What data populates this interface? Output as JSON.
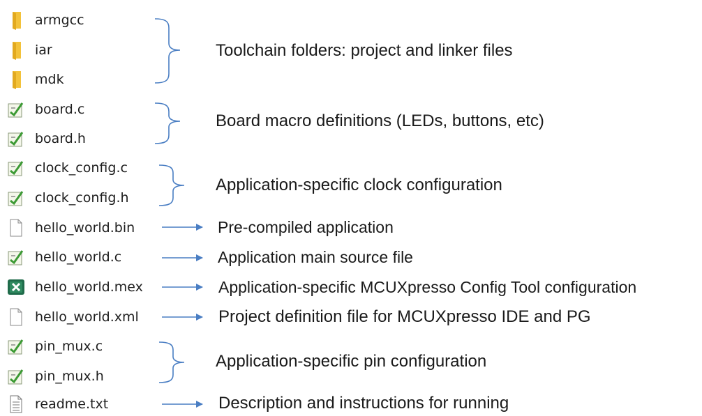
{
  "files": [
    {
      "name": "armgcc",
      "icon": "folder-icon"
    },
    {
      "name": "iar",
      "icon": "folder-icon"
    },
    {
      "name": "mdk",
      "icon": "folder-icon"
    },
    {
      "name": "board.c",
      "icon": "source-file-icon"
    },
    {
      "name": "board.h",
      "icon": "source-file-icon"
    },
    {
      "name": "clock_config.c",
      "icon": "source-file-icon"
    },
    {
      "name": "clock_config.h",
      "icon": "source-file-icon"
    },
    {
      "name": "hello_world.bin",
      "icon": "blank-file-icon"
    },
    {
      "name": "hello_world.c",
      "icon": "source-file-icon"
    },
    {
      "name": "hello_world.mex",
      "icon": "mex-file-icon"
    },
    {
      "name": "hello_world.xml",
      "icon": "blank-file-icon"
    },
    {
      "name": "pin_mux.c",
      "icon": "source-file-icon"
    },
    {
      "name": "pin_mux.h",
      "icon": "source-file-icon"
    },
    {
      "name": "readme.txt",
      "icon": "text-file-icon"
    }
  ],
  "descriptions": {
    "toolchain": "Toolchain folders: project and linker files",
    "board": "Board macro definitions (LEDs, buttons, etc)",
    "clock": "Application-specific clock configuration",
    "bin": "Pre-compiled application",
    "main": "Application main source file",
    "mex": "Application-specific MCUXpresso Config Tool configuration",
    "xml": "Project definition file for MCUXpresso IDE and PG",
    "pinmux": "Application-specific pin configuration",
    "readme": "Description and instructions for running"
  },
  "colors": {
    "connector": "#4a7ec3",
    "folder": "#f3c23a",
    "source_check": "#3c9a34",
    "mex": "#1f6b4a"
  }
}
